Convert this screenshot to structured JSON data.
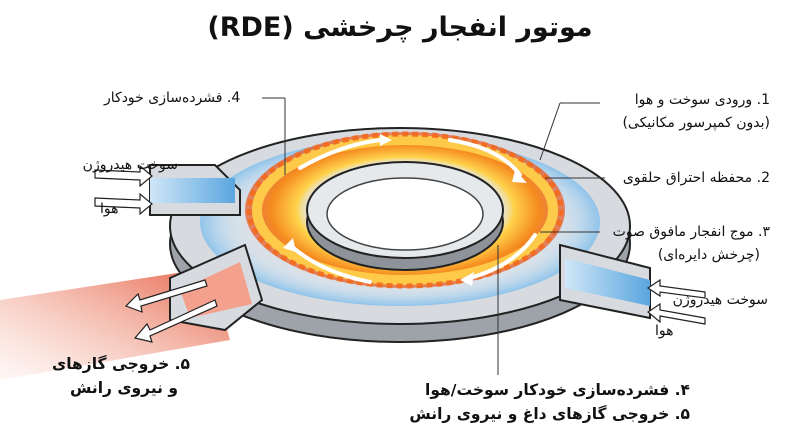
{
  "title": "موتور انفجار چرخشی (RDE)",
  "labels": {
    "inlet_1": "1. ورودی سوخت و هوا",
    "inlet_1_sub": "(بدون کمپرسور مکانیکی)",
    "chamber_2": "2. محفظه احتراق حلقوی",
    "wave_3": "۳. موج انفجار مافوق صوت",
    "wave_3_sub": "(چرخش دایره‌ای)",
    "compress_4_top": "4. فشرده‌سازی خودکار",
    "fuel_left": "سوخت هیدروژن",
    "air_left": "هوا",
    "fuel_right": "سوخت هیدروژن",
    "air_right": "هوا",
    "exhaust_5_line1": "۵. خروجی گازهای",
    "exhaust_5_line2": "و نیروی رانش",
    "bottom_4": "۴. فشرده‌سازی خودکار سوخت/هوا",
    "bottom_5": "۵. خروجی گازهای داغ و نیروی رانش"
  },
  "colors": {
    "fire_outer": "#f26a1f",
    "fire_inner": "#ffd24a",
    "metal": "#cfd3d8",
    "cool_blue": "#8fc3ea",
    "exhaust_red": "#e4573a"
  }
}
